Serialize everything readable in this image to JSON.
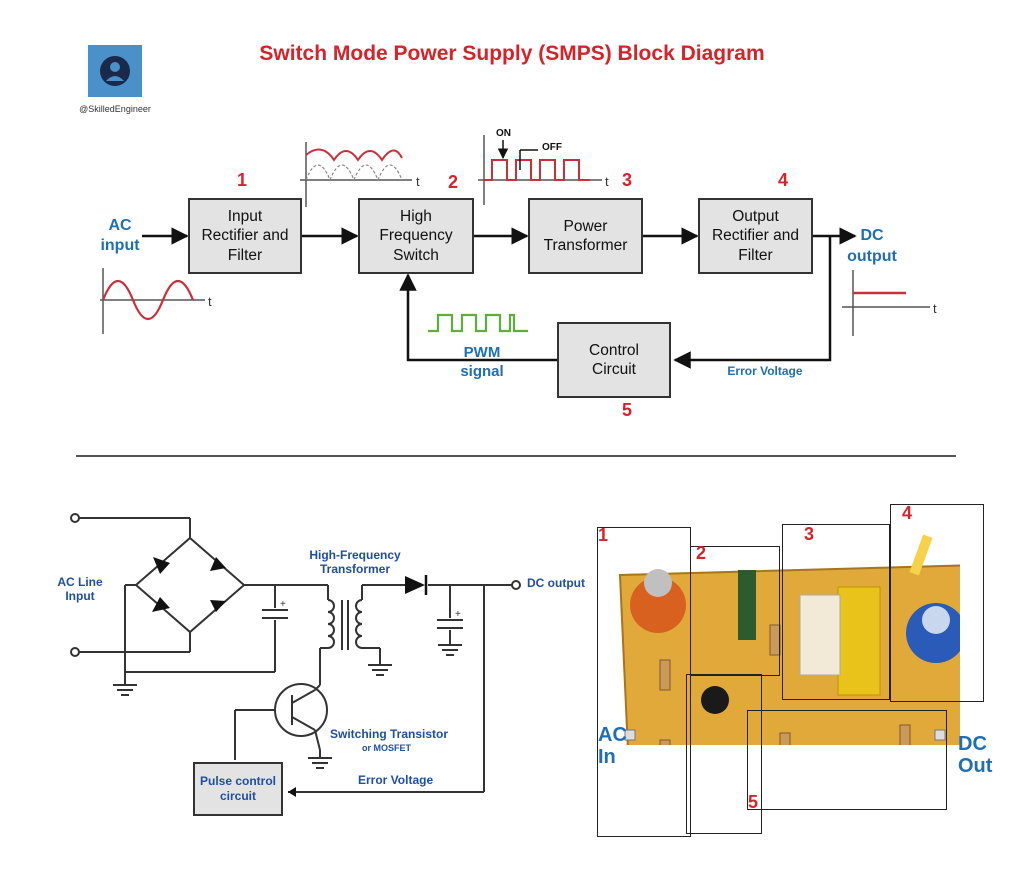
{
  "title": "Switch Mode Power Supply (SMPS) Block Diagram",
  "brand": {
    "handle": "@SkilledEngineer",
    "logo_icon": "skilled-engineer-logo"
  },
  "block_diagram": {
    "input_label": "AC\ninput",
    "output_label": "DC\noutput",
    "blocks": [
      {
        "number": "1",
        "label": "Input\nRectifier and\nFilter"
      },
      {
        "number": "2",
        "label": "High\nFrequency\nSwitch"
      },
      {
        "number": "3",
        "label": "Power\nTransformer"
      },
      {
        "number": "4",
        "label": "Output\nRectifier and\nFilter"
      },
      {
        "number": "5",
        "label": "Control\nCircuit"
      }
    ],
    "pwm_label": "PWM\nsignal",
    "error_voltage_label": "Error Voltage",
    "waveform_t_label": "t",
    "on_label": "ON",
    "off_label": "OFF"
  },
  "circuit": {
    "ac_line_input": "AC Line\nInput",
    "transformer_label": "High-Frequency\nTransformer",
    "dc_output": "DC output",
    "switching_transistor": "Switching Transistor",
    "or_mosfet": "or MOSFET",
    "pulse_control": "Pulse control\ncircuit",
    "error_voltage": "Error Voltage"
  },
  "pcb": {
    "numbers": [
      "1",
      "2",
      "3",
      "4",
      "5"
    ],
    "ac_in": "AC\nIn",
    "dc_out": "DC\nOut"
  },
  "colors": {
    "title": "#d6232a",
    "numbers": "#d6232a",
    "labels_blue": "#1f6fb2",
    "block_fill": "#e3e3e3",
    "pwm_green": "#5fae3c",
    "wave_red": "#c9303a",
    "pcb_board": "#e0a93a"
  }
}
